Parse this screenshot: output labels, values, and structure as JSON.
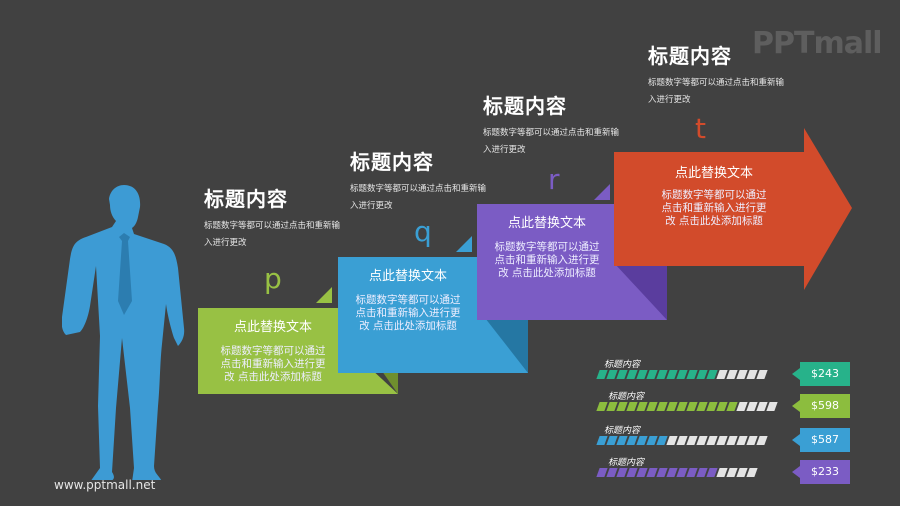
{
  "brand": {
    "logo": "PPTmall",
    "url": "www.pptmall.net"
  },
  "headings": [
    {
      "title": "标题内容",
      "desc": "标题数字等都可以通过点击和重新输入进行更改"
    },
    {
      "title": "标题内容",
      "desc": "标题数字等都可以通过点击和重新输入进行更改"
    },
    {
      "title": "标题内容",
      "desc": "标题数字等都可以通过点击和重新输入进行更改"
    },
    {
      "title": "标题内容",
      "desc": "标题数字等都可以通过点击和重新输入进行更改"
    }
  ],
  "steps": [
    {
      "letter": "p",
      "title": "点此替换文本",
      "desc": "标题数字等都可以通过点击和重新输入进行更改 点击此处添加标题",
      "color": "#98c144",
      "dark": "#6f8f2e"
    },
    {
      "letter": "q",
      "title": "点此替换文本",
      "desc": "标题数字等都可以通过点击和重新输入进行更改 点击此处添加标题",
      "color": "#3a9fd4",
      "dark": "#2577a3"
    },
    {
      "letter": "r",
      "title": "点此替换文本",
      "desc": "标题数字等都可以通过点击和重新输入进行更改 点击此处添加标题",
      "color": "#7b5cc4",
      "dark": "#5a3d9e"
    },
    {
      "letter": "t",
      "title": "点此替换文本",
      "desc": "标题数字等都可以通过点击和重新输入进行更改 点击此处添加标题",
      "color": "#d24b2b",
      "dark": "#a33a21"
    }
  ],
  "progress": [
    {
      "label": "标题内容",
      "value": "$243",
      "filled": 12,
      "total": 17,
      "color": "#27b28a"
    },
    {
      "label": "标题内容",
      "value": "$598",
      "filled": 14,
      "total": 18,
      "color": "#8cbd3e"
    },
    {
      "label": "标题内容",
      "value": "$587",
      "filled": 7,
      "total": 17,
      "color": "#3a9fd4"
    },
    {
      "label": "标题内容",
      "value": "$233",
      "filled": 12,
      "total": 16,
      "color": "#7b5cc4"
    }
  ]
}
